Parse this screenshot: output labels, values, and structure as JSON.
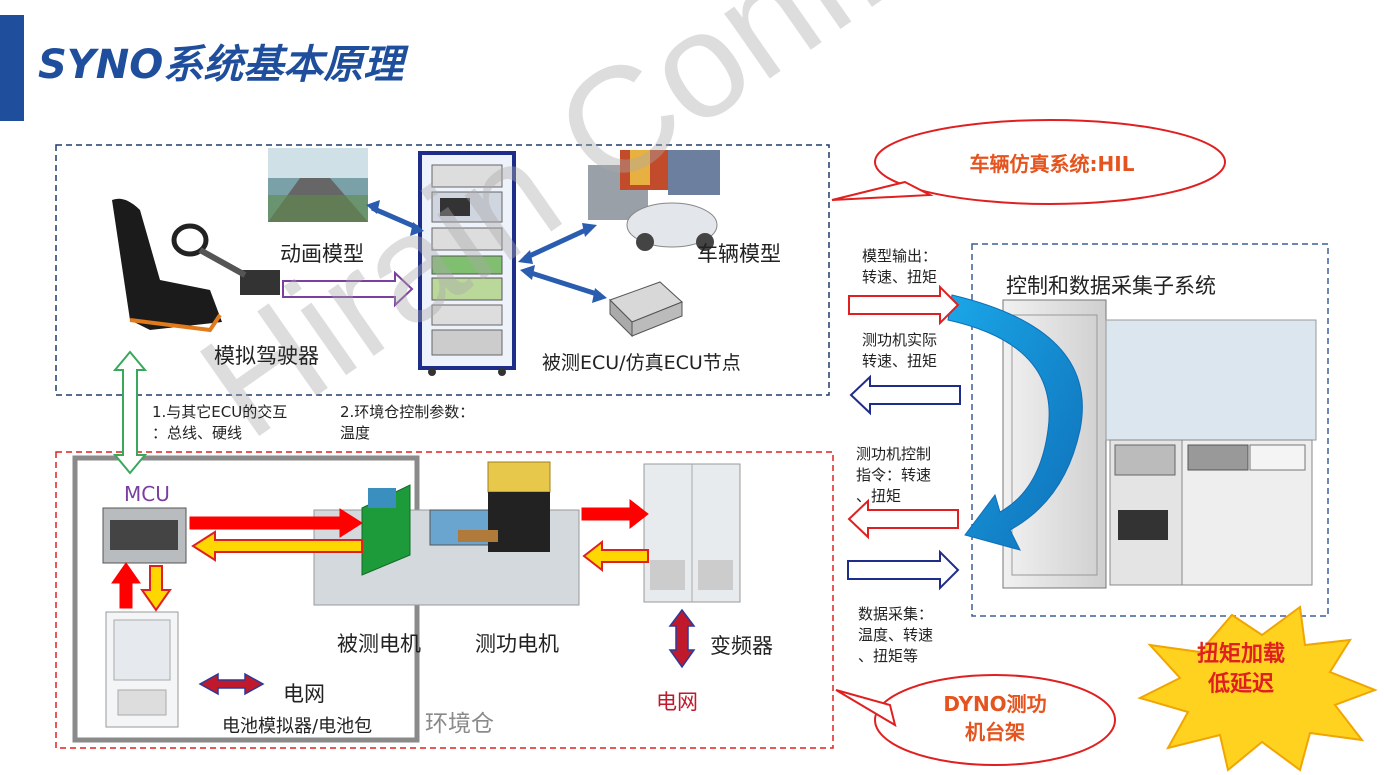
{
  "title": "SYNO系统基本原理",
  "watermark": "Hirain Confidential",
  "hil": {
    "callout": "车辆仿真系统:HIL",
    "animation_label": "动画模型",
    "driver_label": "模拟驾驶器",
    "vehicle_label": "车辆模型",
    "ecu_label": "被测ECU/仿真ECU节点"
  },
  "notes": {
    "ecu_interaction": "1.与其它ECU的交互\n：总线、硬线",
    "env_params": "2.环境仓控制参数：\n温度"
  },
  "control": {
    "title": "控制和数据采集子系统",
    "model_output": "模型输出：\n转速、扭矩",
    "actual": "测功机实际\n转速、扭矩",
    "dyno_cmd": "测功机控制\n指令：转速\n、扭矩",
    "data_acq": "数据采集：\n温度、转速\n、扭矩等"
  },
  "dyno": {
    "mcu_label": "MCU",
    "dut_motor": "被测电机",
    "dyno_motor": "测功电机",
    "inverter": "变频器",
    "grid_red": "电网",
    "grid_black": "电网",
    "battery": "电池模拟器/电池包",
    "env_chamber": "环境仓",
    "callout": "DYNO测功\n机台架",
    "burst": "扭矩加载\n低延迟"
  },
  "colors": {
    "title_blue": "#1f4e9c",
    "callout_orange": "#e5541e",
    "red_arrow": "#ff0000",
    "yellow_arrow": "#ffd700",
    "burst_yellow": "#ffd21f"
  }
}
